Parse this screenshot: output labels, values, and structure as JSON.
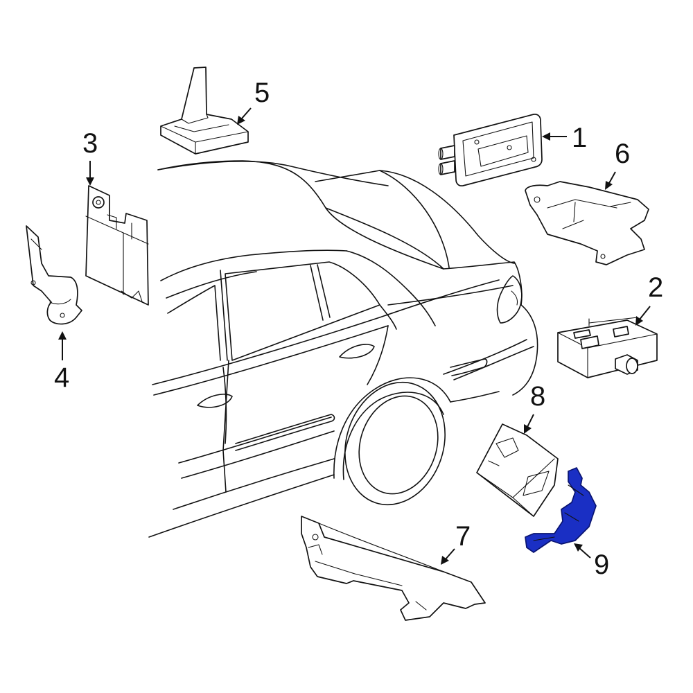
{
  "highlight_color": "#1a2fc4",
  "parts": [
    {
      "id": "1",
      "label": "1"
    },
    {
      "id": "2",
      "label": "2"
    },
    {
      "id": "3",
      "label": "3"
    },
    {
      "id": "4",
      "label": "4"
    },
    {
      "id": "5",
      "label": "5"
    },
    {
      "id": "6",
      "label": "6"
    },
    {
      "id": "7",
      "label": "7"
    },
    {
      "id": "8",
      "label": "8"
    },
    {
      "id": "9",
      "label": "9",
      "highlighted": true
    }
  ]
}
